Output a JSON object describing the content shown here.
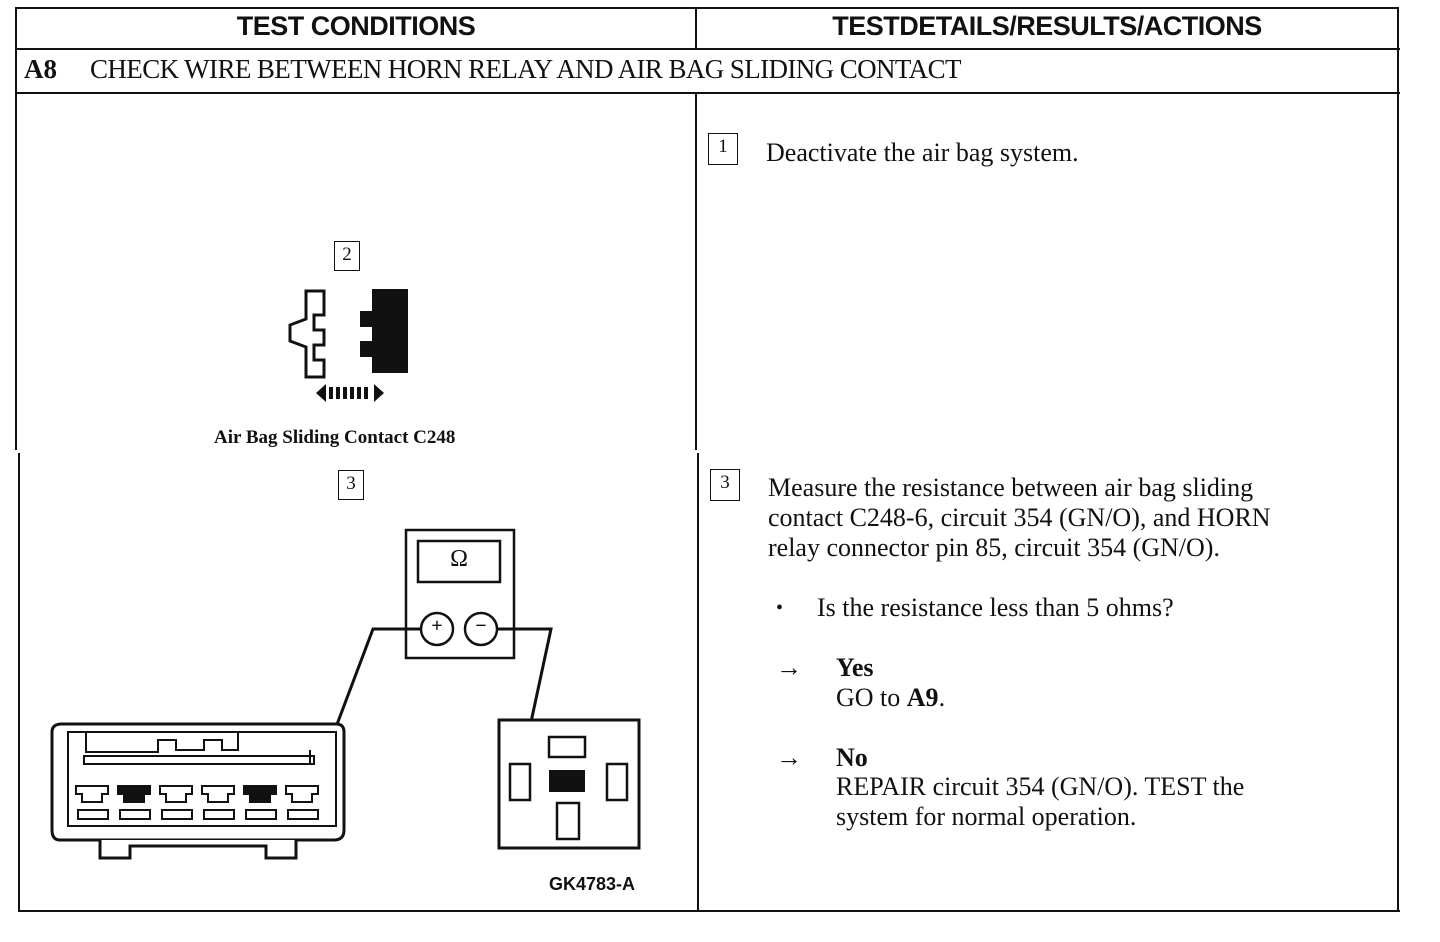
{
  "header": {
    "left_title": "TEST CONDITIONS",
    "right_title": "TESTDETAILS/RESULTS/ACTIONS"
  },
  "section": {
    "id": "A8",
    "title": "CHECK WIRE BETWEEN HORN RELAY AND AIR BAG SLIDING CONTACT"
  },
  "left": {
    "step2_box": "2",
    "connector_caption": "Air Bag Sliding Contact C248",
    "step3_box": "3",
    "meter_symbol": "Ω",
    "meter_plus": "+",
    "meter_minus": "−",
    "figure_id": "GK4783-A"
  },
  "right": {
    "step1_box": "1",
    "step1_text": "Deactivate the air bag system.",
    "step3_box": "3",
    "step3_line1": "Measure the resistance between air bag sliding",
    "step3_line2": "contact C248-6, circuit 354 (GN/O), and HORN",
    "step3_line3": "relay connector pin 85, circuit 354 (GN/O).",
    "bullet": "•",
    "question": "Is the resistance less than 5 ohms?",
    "arrow": "→",
    "yes_label": "Yes",
    "yes_action_prefix": "GO to ",
    "yes_action_target": "A9",
    "yes_action_suffix": ".",
    "no_label": "No",
    "no_action_line1": "REPAIR circuit 354 (GN/O). TEST the",
    "no_action_line2": "system for normal operation."
  }
}
